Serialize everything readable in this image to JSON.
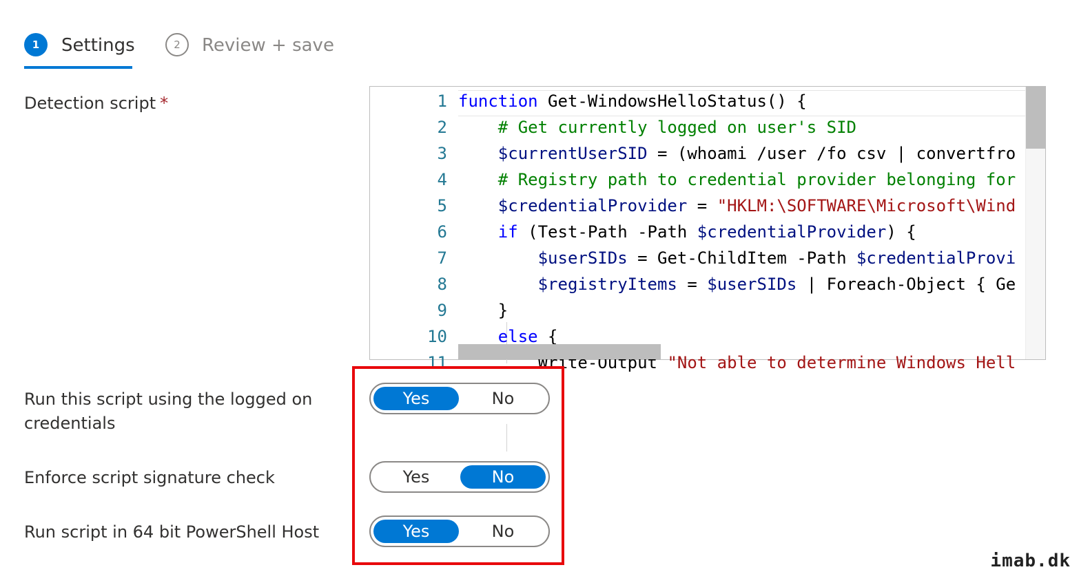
{
  "wizard": {
    "steps": [
      {
        "number": "1",
        "label": "Settings"
      },
      {
        "number": "2",
        "label": "Review + save"
      }
    ]
  },
  "detection_script": {
    "label": "Detection script",
    "required_mark": "*",
    "line_numbers": [
      "1",
      "2",
      "3",
      "4",
      "5",
      "6",
      "7",
      "8",
      "9",
      "10",
      "11"
    ],
    "lines": [
      "function Get-WindowsHelloStatus() {",
      "    # Get currently logged on user's SID",
      "    $currentUserSID = (whoami /user /fo csv | convertfro",
      "    # Registry path to credential provider belonging for",
      "    $credentialProvider = \"HKLM:\\SOFTWARE\\Microsoft\\Wind",
      "    if (Test-Path -Path $credentialProvider) {",
      "        $userSIDs = Get-ChildItem -Path $credentialProvi",
      "        $registryItems = $userSIDs | Foreach-Object { Ge",
      "    }",
      "    else {",
      "        Write-Output \"Not able to determine Windows Hell"
    ]
  },
  "options": [
    {
      "label": "Run this script using the logged on credentials",
      "yes": "Yes",
      "no": "No",
      "selected": "Yes"
    },
    {
      "label": "Enforce script signature check",
      "yes": "Yes",
      "no": "No",
      "selected": "No"
    },
    {
      "label": "Run script in 64 bit PowerShell Host",
      "yes": "Yes",
      "no": "No",
      "selected": "Yes"
    }
  ],
  "watermark": "imab.dk",
  "colors": {
    "accent": "#0078d4",
    "highlight": "#e8090c",
    "keyword": "#0000ff",
    "variable": "#001080",
    "comment": "#008000",
    "string": "#a31515"
  }
}
